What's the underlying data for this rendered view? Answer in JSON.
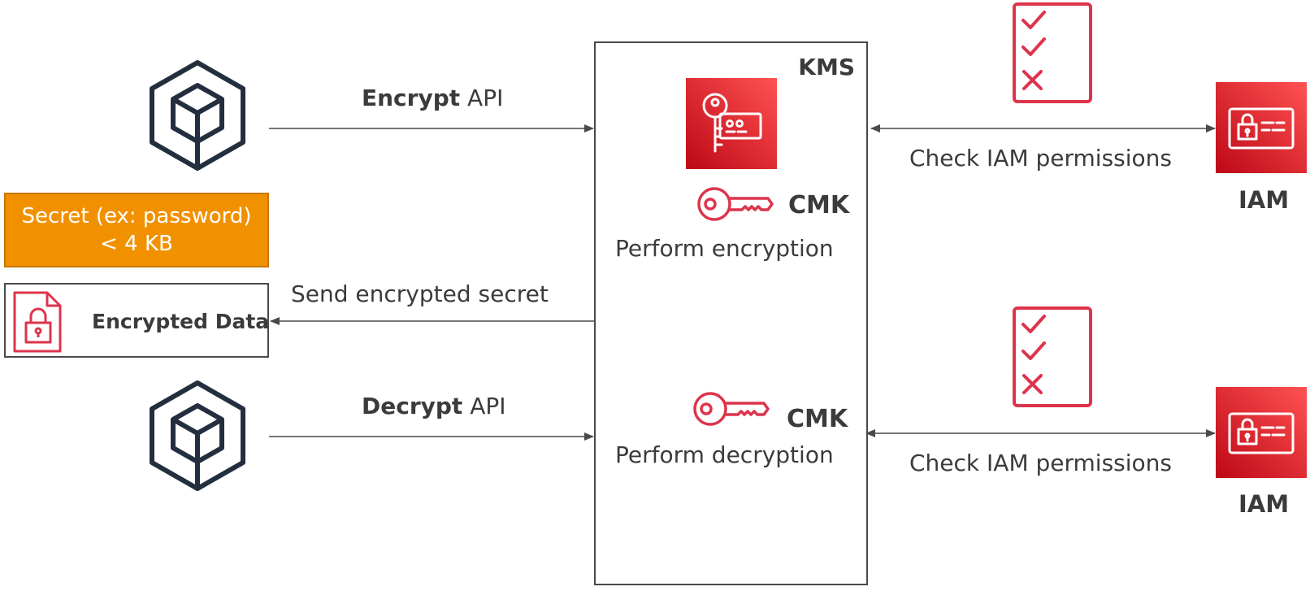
{
  "kms": {
    "title": "KMS"
  },
  "encrypt_api": {
    "bold": "Encrypt",
    "rest": " API"
  },
  "decrypt_api": {
    "bold": "Decrypt",
    "rest": " API"
  },
  "secret": {
    "line1": "Secret (ex: password)",
    "line2": "< 4 KB"
  },
  "encrypted_data": {
    "label": "Encrypted Data"
  },
  "send_encrypted": {
    "label": "Send encrypted secret"
  },
  "cmk_top": {
    "label": "CMK",
    "action": "Perform encryption"
  },
  "cmk_bottom": {
    "label": "CMK",
    "action": "Perform decryption"
  },
  "check_top": {
    "label": "Check IAM permissions"
  },
  "check_bottom": {
    "label": "Check IAM permissions"
  },
  "iam_top": {
    "label": "IAM"
  },
  "iam_bottom": {
    "label": "IAM"
  },
  "icons": {
    "app": "cube-icon",
    "kms_service": "kms-key-card-icon",
    "cmk": "key-icon",
    "checklist": "checklist-icon",
    "iam": "iam-id-card-icon",
    "encrypted_file": "locked-document-icon"
  },
  "colors": {
    "aws_red": "#dd344c",
    "secret_orange": "#f29100",
    "dark_icon": "#232f3e"
  }
}
